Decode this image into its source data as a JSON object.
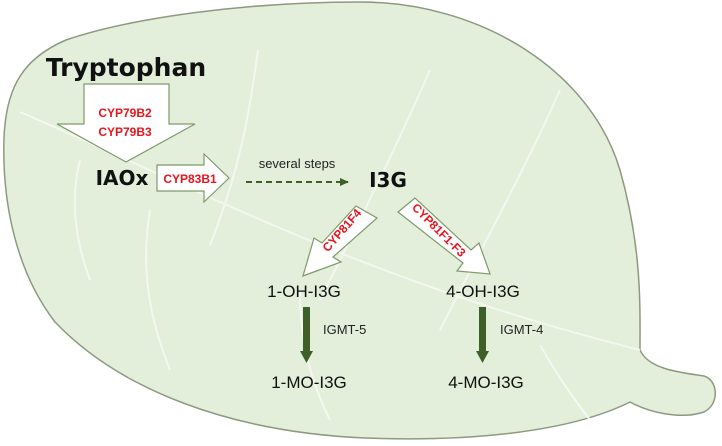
{
  "colors": {
    "leaf_fill": "#e3eedb",
    "leaf_stroke": "#8c9a80",
    "vein": "#f3f7ee",
    "arrow_fill": "#ffffff",
    "arrow_stroke": "#7e9a6a",
    "enzyme_text": "#e8141c",
    "bold_arrow": "#3f5f28",
    "dashed_arrow": "#3f5f28",
    "text": "#111111",
    "label_text": "#222222"
  },
  "nodes": {
    "tryptophan": "Tryptophan",
    "iaox": "IAOx",
    "i3g": "I3G",
    "oh1": "1-OH-I3G",
    "oh4": "4-OH-I3G",
    "mo1": "1-MO-I3G",
    "mo4": "4-MO-I3G"
  },
  "enzymes": {
    "cyp79b2": "CYP79B2",
    "cyp79b3": "CYP79B3",
    "cyp83b1": "CYP83B1",
    "cyp81f4": "CYP81F4",
    "cyp81f1_f3": "CYP81F1-F3",
    "igmt5": "IGMT-5",
    "igmt4": "IGMT-4"
  },
  "edge_labels": {
    "several_steps": "several steps"
  }
}
